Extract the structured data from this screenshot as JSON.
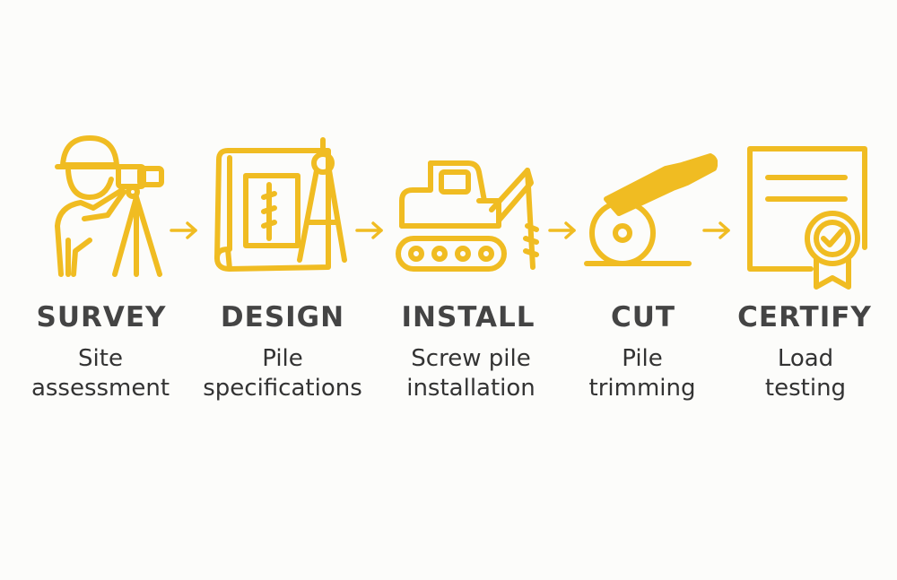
{
  "accent_color": "#f0bc22",
  "text_color": "#444444",
  "steps": [
    {
      "title": "SURVEY",
      "desc_line1": "Site",
      "desc_line2": "assessment",
      "icon": "surveyor-with-theodolite-icon"
    },
    {
      "title": "DESIGN",
      "desc_line1": "Pile",
      "desc_line2": "specifications",
      "icon": "blueprint-with-compass-icon"
    },
    {
      "title": "INSTALL",
      "desc_line1": "Screw pile",
      "desc_line2": "installation",
      "icon": "excavator-drilling-rig-icon"
    },
    {
      "title": "CUT",
      "desc_line1": "Pile",
      "desc_line2": "trimming",
      "icon": "angle-grinder-cutting-icon"
    },
    {
      "title": "CERTIFY",
      "desc_line1": "Load",
      "desc_line2": "testing",
      "icon": "certificate-with-badge-icon"
    }
  ],
  "connector_icon": "arrow-right-icon"
}
